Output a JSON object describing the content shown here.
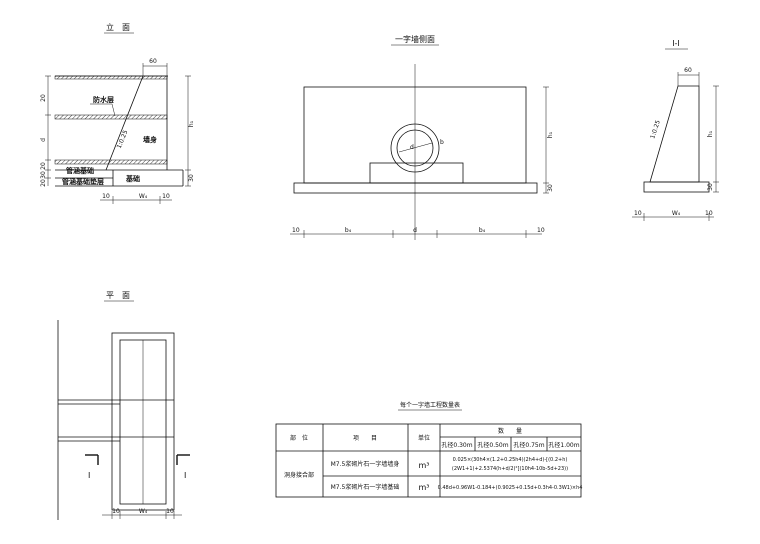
{
  "views": {
    "elevation": {
      "title": "立　面",
      "label_waterproof": "防水层",
      "label_wall": "墙身",
      "label_pipe_base": "管涵基础",
      "label_pipe_base_cushion": "管涵基础垫层",
      "label_foundation": "基础",
      "slope": "1:0.25",
      "dim_top": "60",
      "dim_h": "h₁",
      "dim_30": "30",
      "dim_left_20a": "20",
      "dim_left_d": "d",
      "dim_left_20b": "20",
      "dim_left_30": "30",
      "dim_left_20c": "20",
      "dim_bottom_10a": "10",
      "dim_bottom_w": "W₄",
      "dim_bottom_10b": "10"
    },
    "side": {
      "title": "一字墙侧面",
      "dim_d": "d",
      "dim_b": "b",
      "dim_h": "h₁",
      "dim_30": "30",
      "dim_10a": "10",
      "dim_ba": "b₄",
      "dim_bd": "d",
      "dim_bb": "b₄",
      "dim_10b": "10"
    },
    "section": {
      "title": "I-I",
      "dim_top": "60",
      "slope": "1:0.25",
      "dim_h": "h₁",
      "dim_30": "30",
      "dim_10a": "10",
      "dim_w": "W₄",
      "dim_10b": "10"
    },
    "plan": {
      "title": "平　面",
      "cut_left": "I",
      "cut_right": "I",
      "dim_10a": "10",
      "dim_w": "W₄",
      "dim_10b": "10"
    }
  },
  "table": {
    "title": "每个一字墙工程数量表",
    "headers": {
      "part": "部　位",
      "item": "项　　目",
      "unit": "单位",
      "qty": "数　　量"
    },
    "sub_headers": [
      "孔径0.30m",
      "孔径0.50m",
      "孔径0.75m",
      "孔径1.00m"
    ],
    "part_value": "洞身接合部",
    "rows": [
      {
        "item": "M7.5浆砌片石一字墙墙身",
        "unit": "m³",
        "formula_1": "0.025×(30h4×(1.2+0.25h4)(2h4+d)-[(0.2+h)",
        "formula_2": "(2W1+1)+2.5374(h+d/2)²](10h4-10b-5d+23))"
      },
      {
        "item": "M7.5浆砌片石一字墙基础",
        "unit": "m³",
        "formula_1": "0.48d+0.96W1-0.184+(0.9025+0.15d+0.3h4-0.3W1)×h4",
        "formula_2": ""
      }
    ]
  }
}
